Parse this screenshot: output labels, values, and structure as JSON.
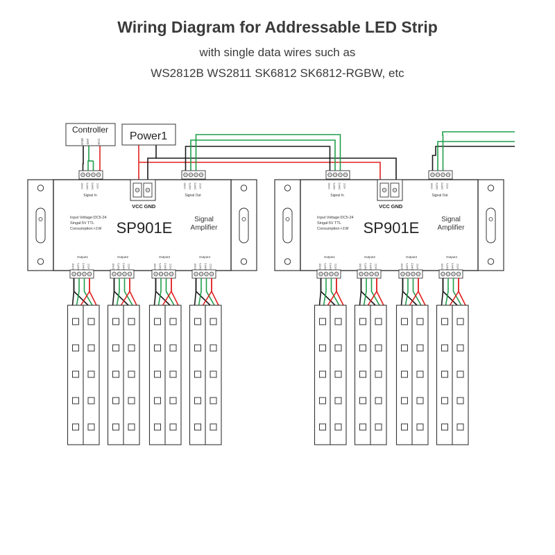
{
  "header": {
    "title": "Wiring Diagram for Addressable LED Strip",
    "subtitle_line1": "with single data wires such as",
    "subtitle_line2": "WS2812B WS2811 SK6812 SK6812-RGBW, etc"
  },
  "controller": {
    "label": "Controller",
    "pins": [
      "GND",
      "DAT",
      "VCC"
    ]
  },
  "power": {
    "label": "Power1"
  },
  "amplifier": {
    "model": "SP901E",
    "name_line1": "Signal",
    "name_line2": "Amplifier",
    "spec_voltage": "Input Voltage:DC5-24",
    "spec_signal": "Singal:5V TTL",
    "spec_consumption": "Consumption:<1W",
    "signal_in_label": "Signal In",
    "signal_out_label": "Signal Out",
    "power_pins": [
      "VCC",
      "GND"
    ],
    "terminal_pins": [
      "GND",
      "DAT1",
      "DAT2",
      "VCC"
    ],
    "outputs_left": [
      "Output1",
      "Output2",
      "Output3",
      "Output4"
    ],
    "outputs_right": [
      "Output1",
      "Output2",
      "Output3",
      "Output4"
    ]
  },
  "colors": {
    "gnd": "#1a1a1a",
    "data1": "#1f9e4a",
    "data2": "#1f9e4a",
    "vcc": "#e02020",
    "outline": "#333333"
  }
}
